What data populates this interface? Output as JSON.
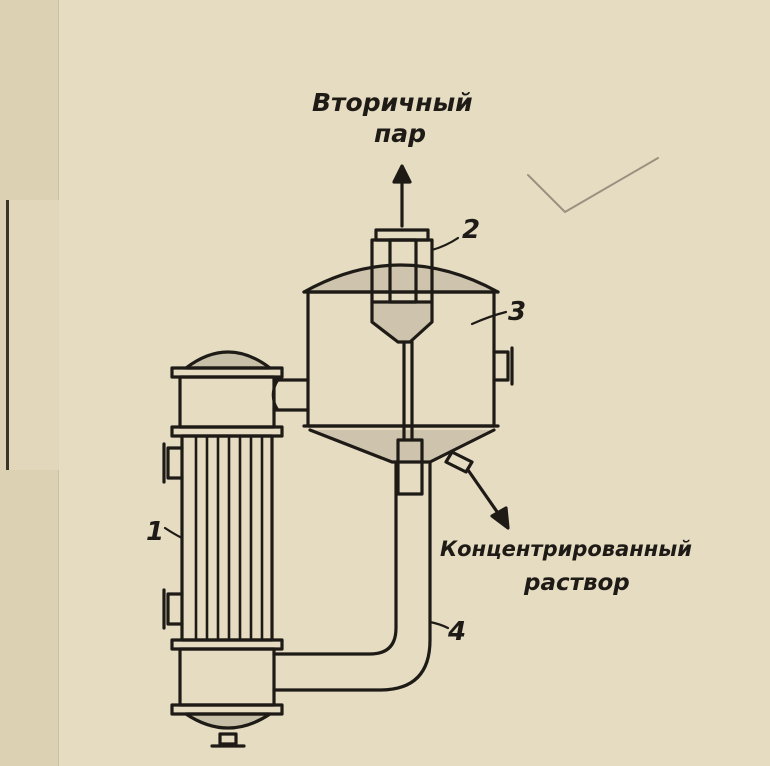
{
  "labels": {
    "vapor_line1": "Вторичный",
    "vapor_line2": "пар",
    "product_line1": "Концентрированный",
    "product_line2": "раствор"
  },
  "part_numbers": {
    "heat_exchanger": "1",
    "separator_tube": "2",
    "separator": "3",
    "circulation_pipe": "4"
  },
  "colors": {
    "ink": "#1e1b17",
    "paper": "#e6dcc2"
  }
}
